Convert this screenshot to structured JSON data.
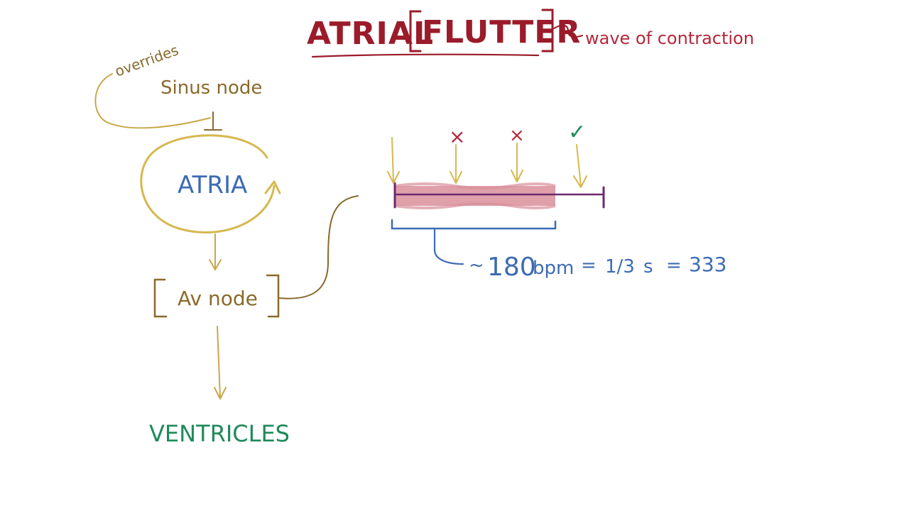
{
  "title": {
    "prefix": "ATRIAL",
    "highlight": "FLUTTER",
    "annotation": "wave of contraction"
  },
  "labels": {
    "overrides": "overrides",
    "sinus_node": "Sinus node",
    "atria": "ATRIA",
    "av_node": "Av node",
    "ventricles": "VENTRICLES",
    "rate_prefix": "~",
    "rate_value": "180",
    "rate_unit": "bpm",
    "equals_1": "=",
    "fraction": "1/3",
    "seconds": "s",
    "equals_2": "=",
    "ms_value": "333"
  },
  "markers": {
    "reject": "×",
    "accept": "✓"
  },
  "colors": {
    "maroon": "#9b1b2a",
    "gold": "#c9a84a",
    "brown": "#8a6a2b",
    "blue": "#3d6bb3",
    "green": "#1f8a5a",
    "red": "#b5283a",
    "purple": "#6b2a6e",
    "pink": "#d98f9a"
  }
}
